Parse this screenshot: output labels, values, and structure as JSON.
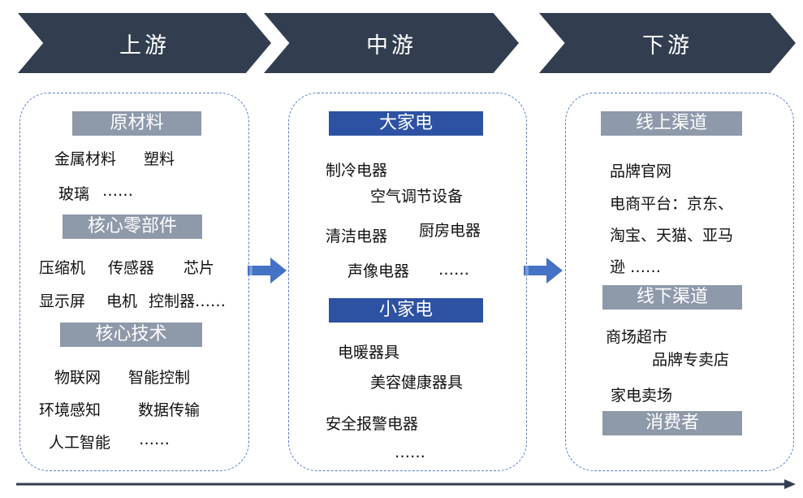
{
  "stages": {
    "upstream": "上游",
    "midstream": "中游",
    "downstream": "下游"
  },
  "upstream": {
    "raw_materials": {
      "title": "原材料",
      "items": [
        "金属材料",
        "塑料",
        "玻璃",
        "……"
      ]
    },
    "core_components": {
      "title": "核心零部件",
      "items": [
        "压缩机",
        "传感器",
        "芯片",
        "显示屏",
        "电机",
        "控制器……"
      ]
    },
    "core_tech": {
      "title": "核心技术",
      "items": [
        "物联网",
        "智能控制",
        "环境感知",
        "数据传输",
        "人工智能",
        "……"
      ]
    }
  },
  "midstream": {
    "major_appliances": {
      "title": "大家电",
      "items": [
        "制冷电器",
        "空气调节设备",
        "清洁电器",
        "厨房电器",
        "声像电器",
        "……"
      ]
    },
    "small_appliances": {
      "title": "小家电",
      "items": [
        "电暖器具",
        "美容健康器具",
        "安全报警电器",
        "……"
      ]
    }
  },
  "downstream": {
    "online": {
      "title": "线上渠道",
      "items": [
        "品牌官网",
        "电商平台：京东、",
        "淘宝、天猫、亚马",
        "逊 ……"
      ]
    },
    "offline": {
      "title": "线下渠道",
      "items": [
        "商场超市",
        "品牌专卖店",
        "家电卖场"
      ]
    },
    "consumer": {
      "title": "消费者"
    }
  },
  "colors": {
    "chevron": "#323e50",
    "gray_tag": "#8e99aa",
    "blue_tag": "#2d52a3",
    "dashed_border": "#5a7fc7",
    "arrow": "#4472c4"
  }
}
